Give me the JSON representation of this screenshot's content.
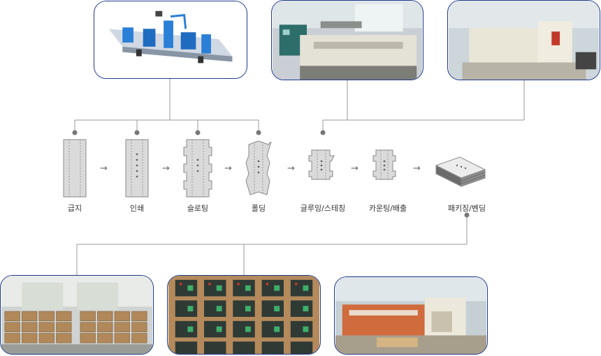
{
  "steps": [
    {
      "label": "급지"
    },
    {
      "label": "인쇄"
    },
    {
      "label": "슬로팅"
    },
    {
      "label": "폴딩"
    },
    {
      "label": "글루잉/스테칭"
    },
    {
      "label": "카운팅/배출"
    },
    {
      "label": "패키징/벤딩"
    }
  ],
  "arrows": [
    "→",
    "→",
    "→",
    "→",
    "→",
    "→"
  ],
  "colors": {
    "line": "#9a9a9a",
    "border": "#1e3a8a",
    "sheet": "#dadada",
    "sheet_edge": "#8a8a8a"
  },
  "photos": [
    {
      "name": "machine-render-photo"
    },
    {
      "name": "printing-machine-photo"
    },
    {
      "name": "gluing-machine-photo"
    },
    {
      "name": "warehouse-pallets-photo"
    },
    {
      "name": "boxed-products-photo"
    },
    {
      "name": "factory-line-photo"
    }
  ]
}
